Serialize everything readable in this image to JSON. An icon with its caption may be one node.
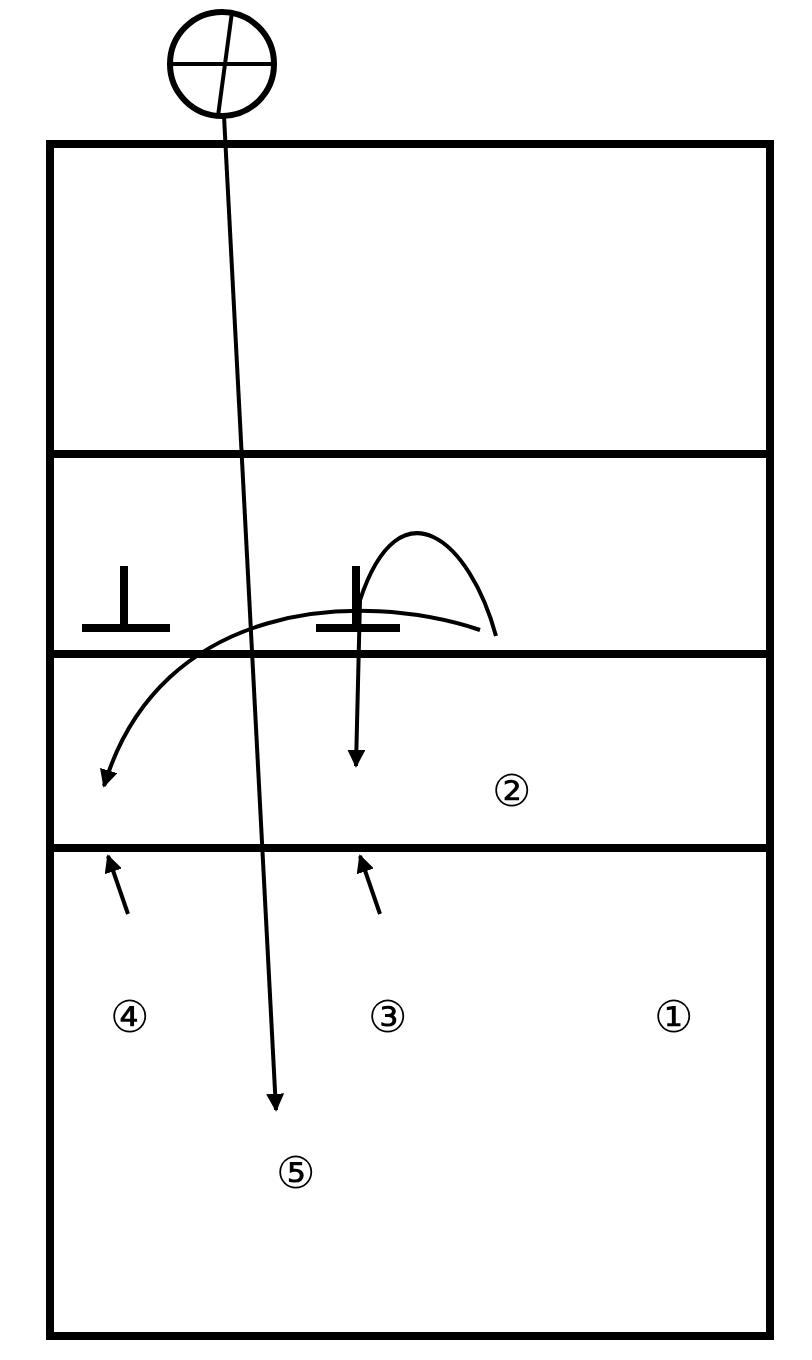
{
  "diagram": {
    "nodes": [
      {
        "text": [],
        "shape": "circle"
      },
      {
        "text": [
          "⑤"
        ]
      }
    ],
    "edges": [
      {
        "from": 0,
        "to": 1,
        "arrow": "to"
      }
    ],
    "labels": [
      "②",
      "④",
      "③",
      "①"
    ]
  }
}
